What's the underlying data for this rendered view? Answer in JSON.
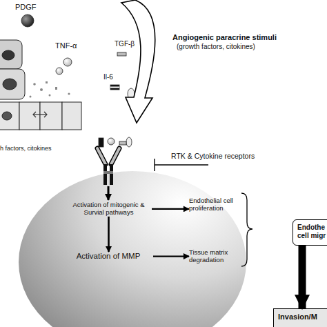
{
  "diagram": {
    "nodes": [
      {
        "text": [
          "Activation of mitogenic & Survial pathways"
        ]
      },
      {
        "text": [
          "Activation of MMP"
        ]
      },
      {
        "text": [
          "Endothelial cell proliferation"
        ]
      },
      {
        "text": [
          "Tissue matrix degradation"
        ]
      },
      {
        "text": [
          "Endothe cell migr"
        ]
      },
      {
        "text": [
          "Invasion/M"
        ]
      }
    ],
    "edges": [
      {
        "from": 0,
        "to": 1,
        "arrow": "to"
      },
      {
        "from": 0,
        "to": 2,
        "arrow": "to"
      },
      {
        "from": 1,
        "to": 3,
        "arrow": "to"
      },
      {
        "from": 4,
        "to": 5,
        "arrow": "to"
      }
    ],
    "labels": [
      "PDGF",
      "TNF-α",
      "TGF-β",
      "Il-6",
      "h factors, citokines",
      "Angiogenic paracrine stimuli",
      "(growth factors, citokines)",
      "RTK & Cytokine receptors"
    ]
  }
}
